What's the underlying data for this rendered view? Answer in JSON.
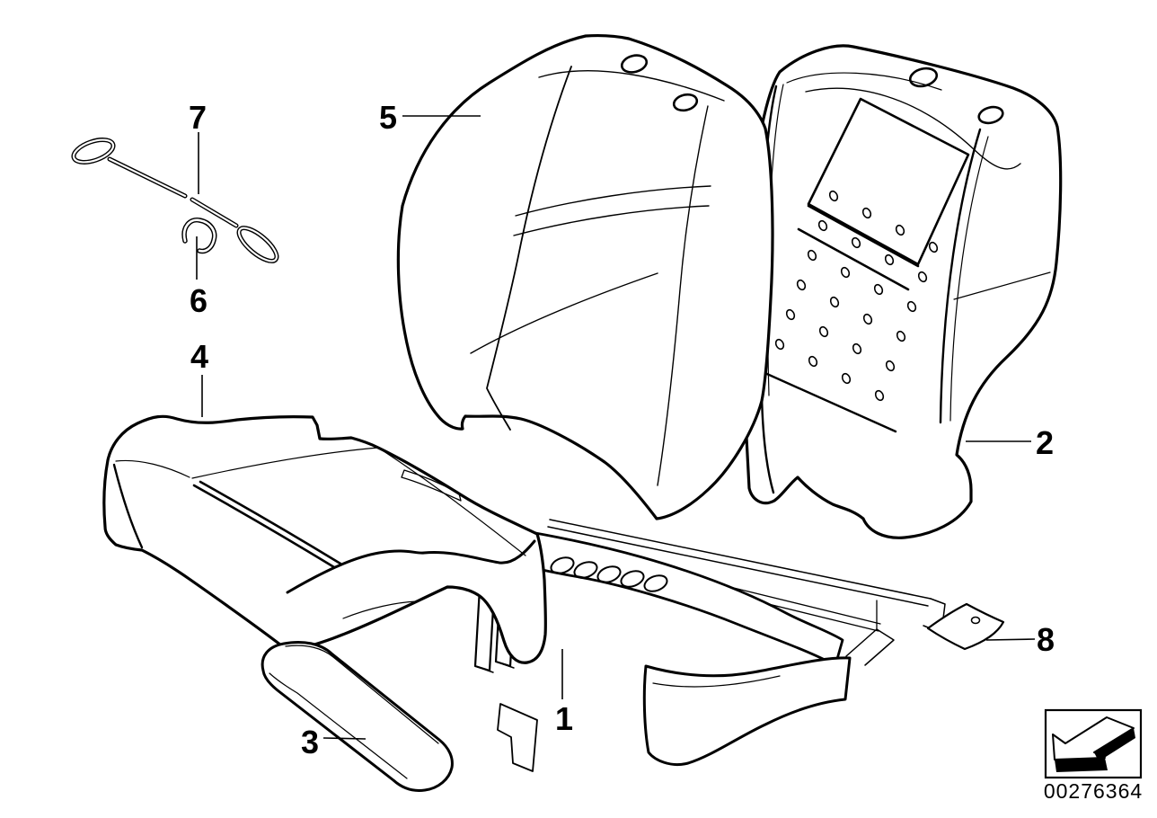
{
  "image": {
    "background_color": "#ffffff",
    "line_color": "#000000"
  },
  "callouts": [
    {
      "label": "1"
    },
    {
      "label": "2"
    },
    {
      "label": "3"
    },
    {
      "label": "4"
    },
    {
      "label": "5"
    },
    {
      "label": "6"
    },
    {
      "label": "7"
    },
    {
      "label": "8"
    }
  ],
  "footer": {
    "part_number": "00276364"
  },
  "icons": {
    "direction_arrow": "direction-of-travel-arrow"
  }
}
